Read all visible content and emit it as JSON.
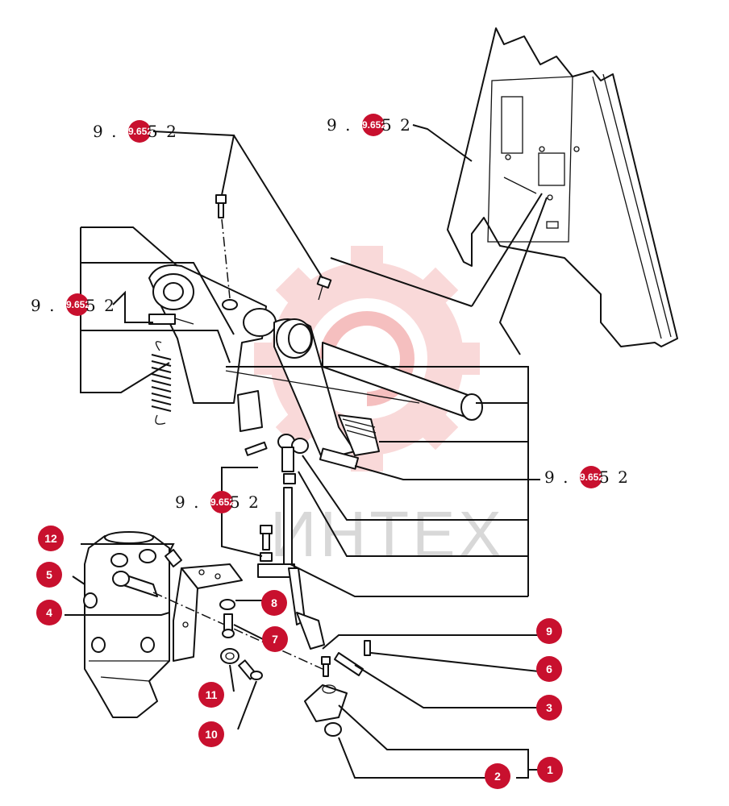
{
  "watermark": {
    "text": "ИНТЕХ",
    "color": "#d8d8d8",
    "gear_color": "#f6c6c6"
  },
  "reference_labels": [
    {
      "prefix": "9 .",
      "badge": "9.652",
      "suffix": "5 2"
    },
    {
      "prefix": "9 .",
      "badge": "9.652",
      "suffix": "5 2"
    },
    {
      "prefix": "9 .",
      "badge": "9.652",
      "suffix": "5 2"
    },
    {
      "prefix": "9 .",
      "badge": "9.652",
      "suffix": "5 2"
    },
    {
      "prefix": "9 .",
      "badge": "9.652",
      "suffix": "5 2"
    }
  ],
  "callouts": [
    "1",
    "2",
    "3",
    "4",
    "5",
    "6",
    "7",
    "8",
    "9",
    "10",
    "11",
    "12"
  ],
  "colors": {
    "callout_fill": "#c8102e",
    "callout_text": "#ffffff",
    "line": "#111111"
  }
}
